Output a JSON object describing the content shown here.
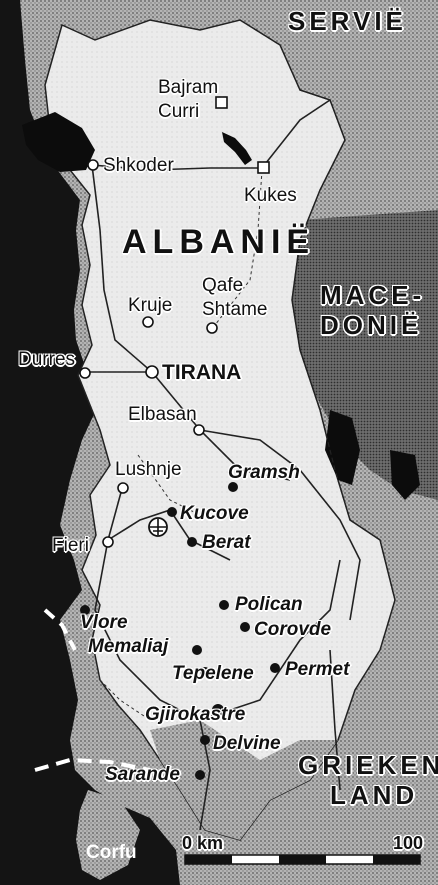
{
  "map": {
    "countries": {
      "serbia": "SERVIË",
      "albania": "ALBANIË",
      "macedonia_1": "MACE-",
      "macedonia_2": "DONIË",
      "greece_1": "GRIEKEN-",
      "greece_2": "LAND"
    },
    "capital": "TIRANA",
    "cities": {
      "bajram_1": "Bajram",
      "bajram_2": "Curri",
      "shkoder": "Shkoder",
      "kukes": "Kukes",
      "qafe_1": "Qafe",
      "qafe_2": "Shtame",
      "kruje": "Kruje",
      "durres": "Durres",
      "elbasan": "Elbasan",
      "lushnje": "Lushnje",
      "fieri": "Fieri"
    },
    "highlighted_places": {
      "gramsh": "Gramsh",
      "kucove": "Kucove",
      "berat": "Berat",
      "polican": "Polican",
      "corovde": "Corovde",
      "vlore": "Vlore",
      "memaliaj": "Memaliaj",
      "tepelene": "Tepelene",
      "permet": "Permet",
      "gjirokastre": "Gjirokastre",
      "delvine": "Delvine",
      "sarande": "Sarande"
    },
    "island": "Corfu",
    "scale": {
      "start": "0 km",
      "end": "100"
    },
    "colors": {
      "sea": "#141414",
      "albania": "#e8e8e8",
      "neighbours": "#9a9a9a",
      "lake": "#0c0c0c"
    }
  }
}
